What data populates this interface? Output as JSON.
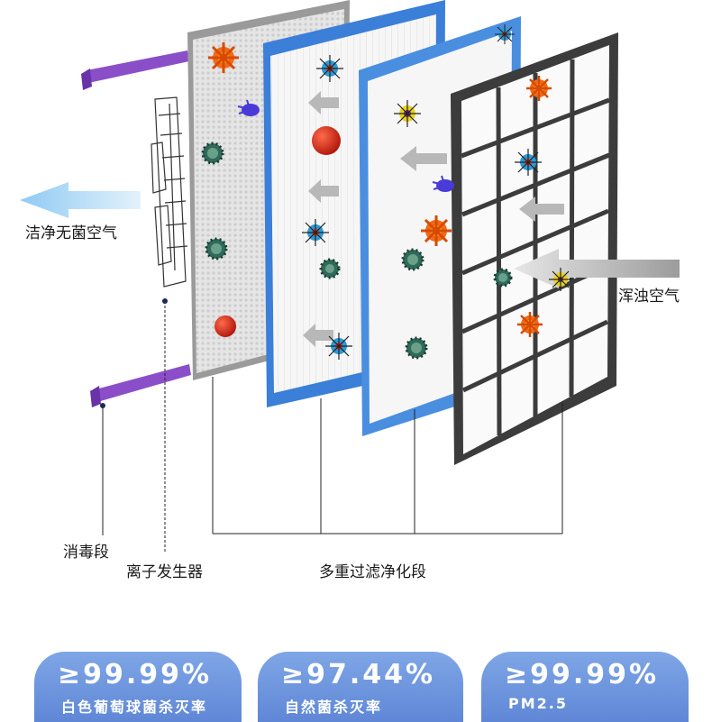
{
  "labels": {
    "clean_air": "洁净无菌空气",
    "dirty_air": "浑浊空气",
    "disinfection": "消毒段",
    "ion_generator": "离子发生器",
    "multi_filter": "多重过滤净化段"
  },
  "stats": [
    {
      "value": "≥99.99%",
      "desc": "白色葡萄球菌杀灭率"
    },
    {
      "value": "≥97.44%",
      "desc": "自然菌杀灭率"
    },
    {
      "value": "≥99.99%",
      "desc": "PM2.5"
    }
  ],
  "colors": {
    "blue_frame": "#3b7fd8",
    "uv_lamp": "#8a4fc8",
    "arrow_gray": "#b4b4b4",
    "arrow_clean": "#9ed2f5",
    "pill_blue": "#6b94dc"
  }
}
